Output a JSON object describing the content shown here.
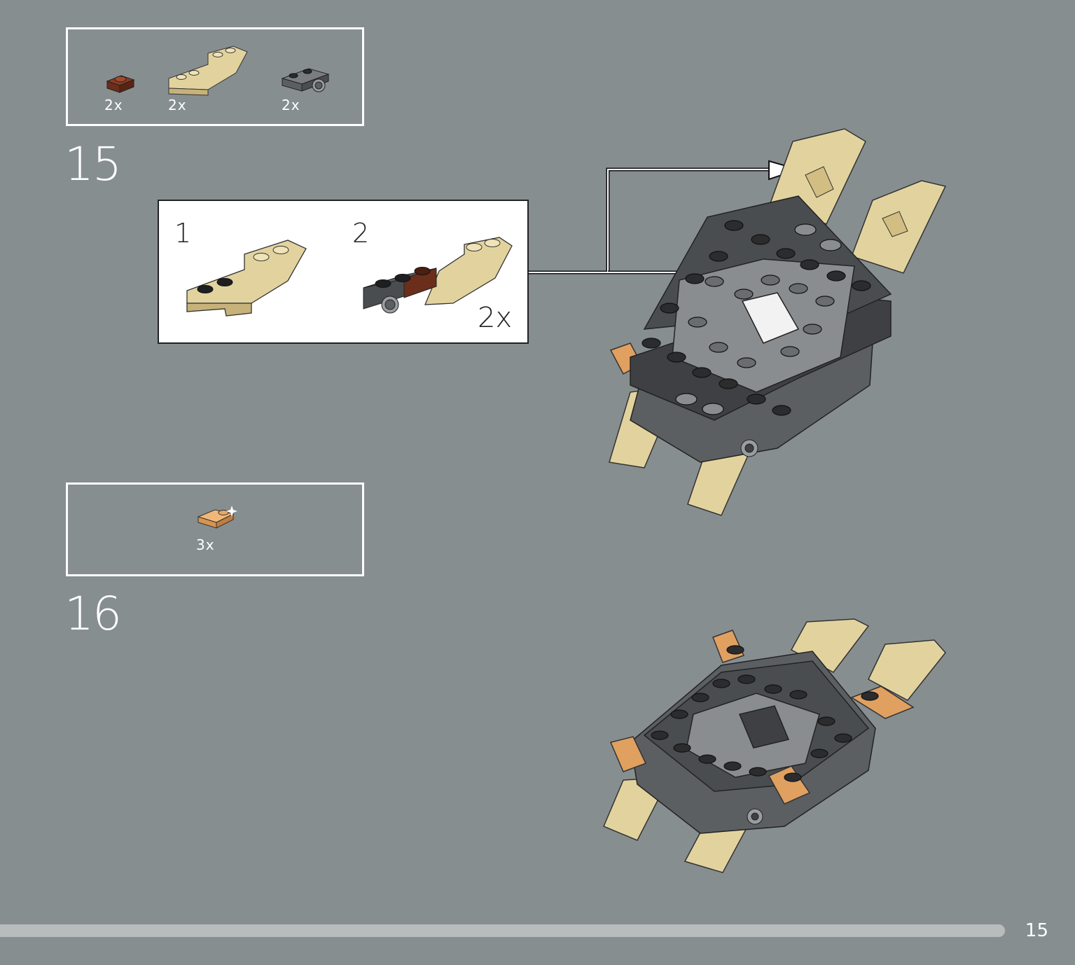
{
  "step15": {
    "number": "15",
    "parts": [
      {
        "qty": "2x",
        "icon": "brown-plate-1x1-icon"
      },
      {
        "qty": "2x",
        "icon": "tan-curved-slope-icon"
      },
      {
        "qty": "2x",
        "icon": "dark-gray-plate-with-pin-hole-icon"
      }
    ],
    "subassembly": {
      "step1_label": "1",
      "step2_label": "2",
      "multiplier": "2x"
    }
  },
  "step16": {
    "number": "16",
    "parts": [
      {
        "qty": "3x",
        "icon": "tan-clip-plate-icon"
      }
    ]
  },
  "page": {
    "number": "15",
    "progress": 0.935
  },
  "colors": {
    "background": "#878e90",
    "tan": "#d8c68e",
    "dark_gray": "#4a4d50",
    "light_gray": "#8a8d8f",
    "brown": "#6b2e1a",
    "orange": "#e0a060"
  }
}
